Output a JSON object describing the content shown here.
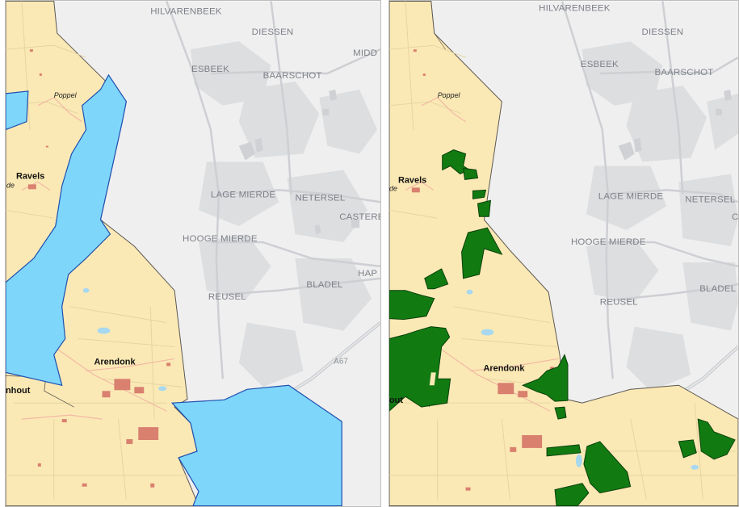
{
  "map_labels": {
    "hilvarenbeek": "HILVARENBEEK",
    "diessen": "DIESSEN",
    "middelbeers": "MIDD",
    "esbeek": "ESBEEK",
    "baarschot": "BAARSCHOT",
    "poppel": "Poppel",
    "ravels": "Ravels",
    "ravels_fragment": "de",
    "lage_mierde": "LAGE MIERDE",
    "netersel": "NETERSEL",
    "casteren": "CASTERE",
    "hooge_mierde": "HOOGE MIERDE",
    "reusel": "REUSEL",
    "bladel": "BLADEL",
    "hapert": "HAP",
    "a67": "A67",
    "arendonk": "Arendonk",
    "retie_fragment": "nhout"
  },
  "map_labels_right": {
    "hilvarenbeek": "HILVARENBEEK",
    "diessen": "DIESSEN",
    "esbeek": "ESBEEK",
    "baarschot": "BAARSCHOT",
    "poppel": "Poppel",
    "ravels": "Ravels",
    "ravels_fragment": "de",
    "lage_mierde": "LAGE MIERDE",
    "netersel": "NETERSEL",
    "casteren_fragment": "C",
    "hooge_mierde": "HOOGE MIERDE",
    "reusel": "REUSEL",
    "bladel": "BLADEL",
    "arendonk": "Arendonk",
    "retie_fragment": "out"
  },
  "colors": {
    "basemap_grey": "#efefef",
    "urban_grey": "#dddee0",
    "territory_fill": "#fbe9b5",
    "territory_border": "#5c5752",
    "blue_zone": "#7fd6fb",
    "blue_zone_border": "#1e4fb0",
    "green_zone": "#117b11",
    "road": "#cdcfd3",
    "water": "#a8d8ef",
    "built_up": "#d9806f"
  }
}
